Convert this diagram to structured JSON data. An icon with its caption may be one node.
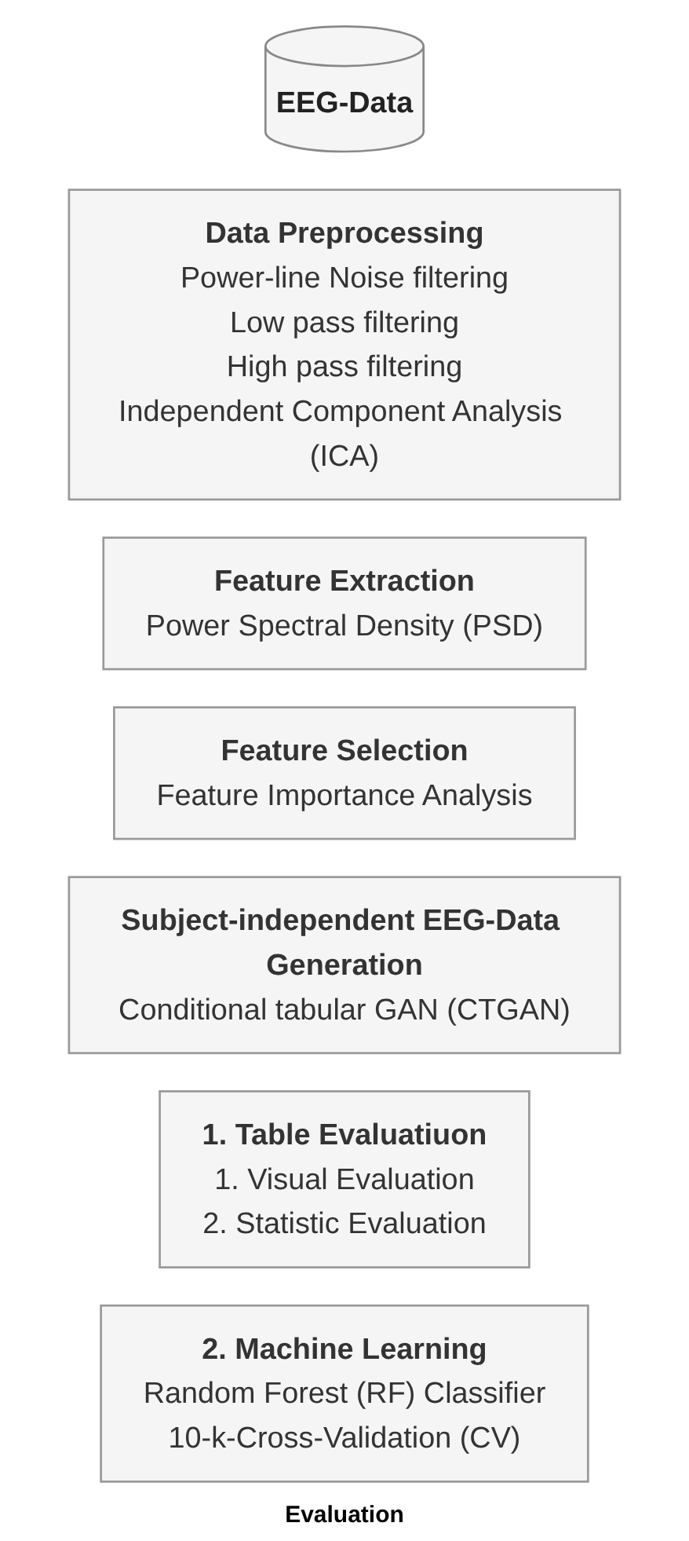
{
  "diagram": {
    "nodes": [
      {
        "text": [
          "EEG-Data"
        ]
      },
      {
        "text": [
          "Data Preprocessing",
          "Power-line Noise filtering",
          "Low pass filtering",
          "High pass filtering",
          "Independent Component Analysis (ICA)"
        ]
      },
      {
        "text": [
          "Feature Extraction",
          "Power Spectral Density (PSD)"
        ]
      },
      {
        "text": [
          "Feature Selection",
          "Feature Importance Analysis"
        ]
      },
      {
        "text": [
          "Subject-independent EEG-Data Generation",
          "Conditional tabular GAN (CTGAN)"
        ]
      },
      {
        "text": [
          "1. Table Evaluatiuon",
          "1. Visual Evaluation",
          "2. Statistic Evaluation"
        ]
      },
      {
        "text": [
          "2. Machine Learning",
          "Random Forest (RF) Classifier",
          "10-k-Cross-Validation (CV)"
        ]
      }
    ],
    "labels": [
      "Evaluation"
    ]
  }
}
